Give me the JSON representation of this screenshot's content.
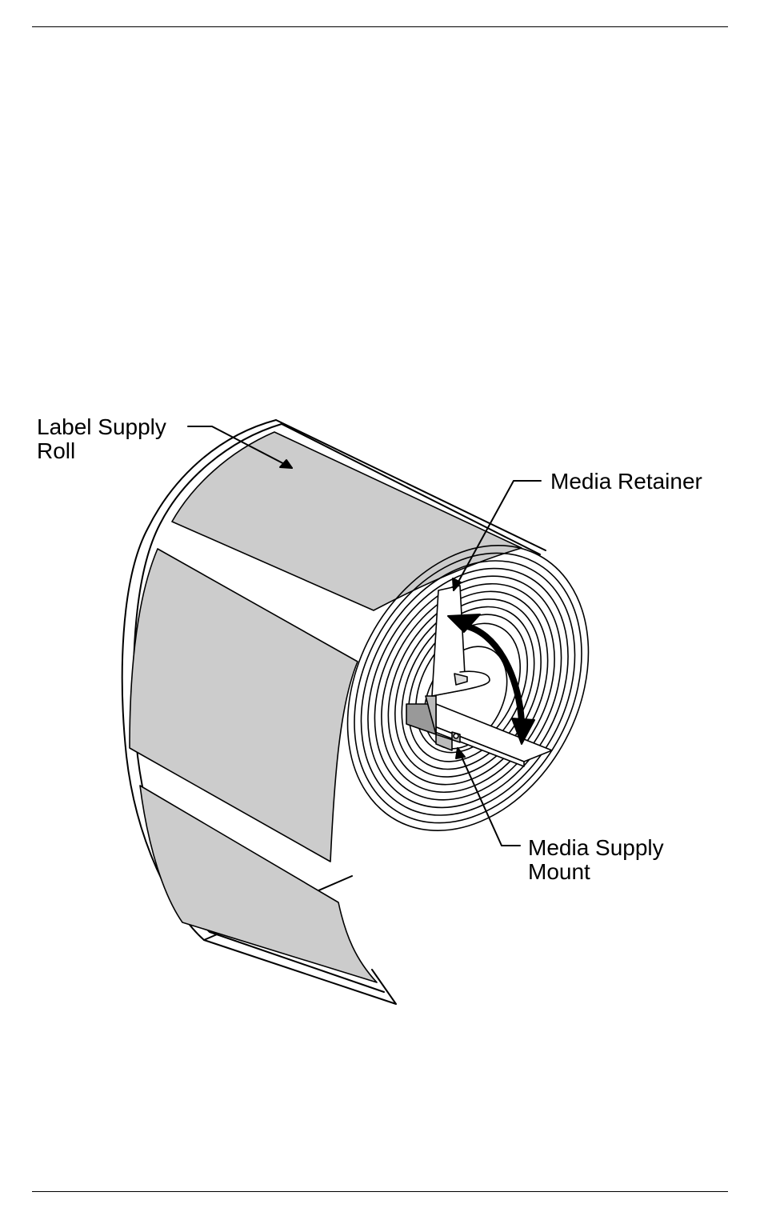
{
  "callouts": {
    "label_supply_roll": {
      "line1": "Label Supply",
      "line2": "Roll"
    },
    "media_retainer": "Media Retainer",
    "media_supply_mount": {
      "line1": "Media Supply",
      "line2": "Mount"
    }
  }
}
